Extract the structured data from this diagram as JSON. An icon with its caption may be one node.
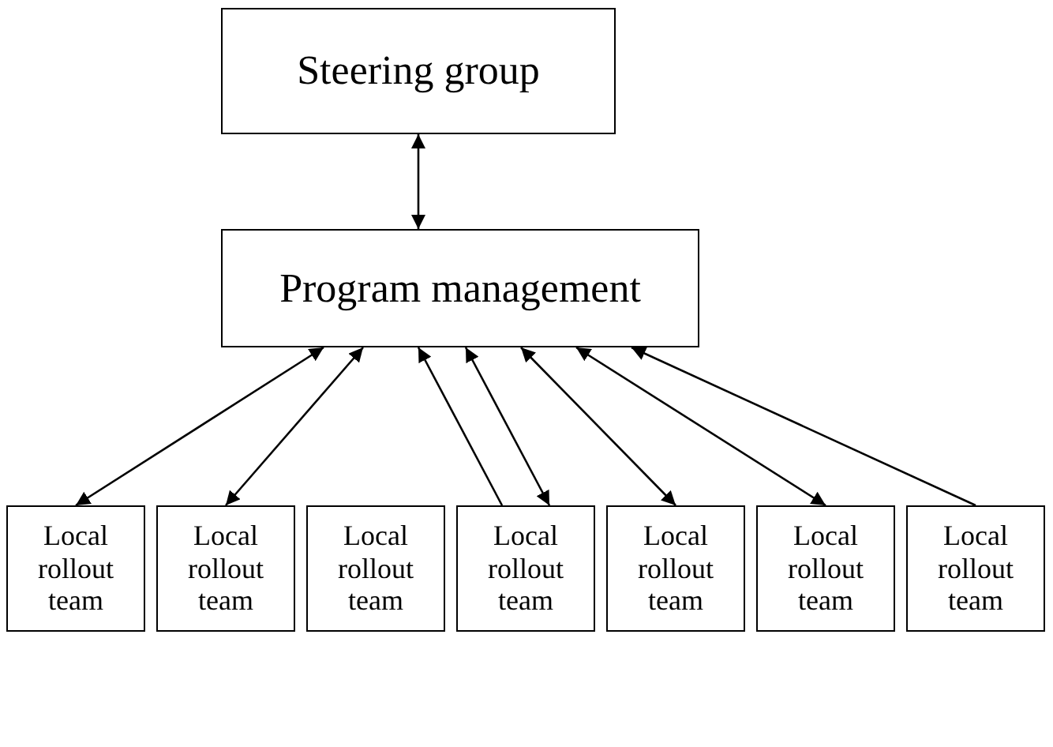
{
  "diagram": {
    "nodes": [
      {
        "text": [
          "Steering group"
        ]
      },
      {
        "text": [
          "Program management"
        ]
      },
      {
        "text": [
          "Local rollout team"
        ]
      },
      {
        "text": [
          "Local rollout team"
        ]
      },
      {
        "text": [
          "Local rollout team"
        ]
      },
      {
        "text": [
          "Local rollout team"
        ]
      },
      {
        "text": [
          "Local rollout team"
        ]
      },
      {
        "text": [
          "Local rollout team"
        ]
      },
      {
        "text": [
          "Local rollout team"
        ]
      }
    ],
    "edges": [
      {
        "from": 0,
        "to": 1,
        "arrow": "both"
      },
      {
        "from": 1,
        "to": 2,
        "arrow": "both"
      },
      {
        "from": 1,
        "to": 4,
        "arrow": "both"
      },
      {
        "from": 3,
        "to": 1,
        "arrow": "to"
      },
      {
        "from": 1,
        "to": 5,
        "arrow": "both"
      },
      {
        "from": 1,
        "to": 3,
        "arrow": "both"
      },
      {
        "from": 1,
        "to": 8,
        "arrow": "both"
      },
      {
        "from": 6,
        "to": 1,
        "arrow": "to"
      }
    ]
  }
}
